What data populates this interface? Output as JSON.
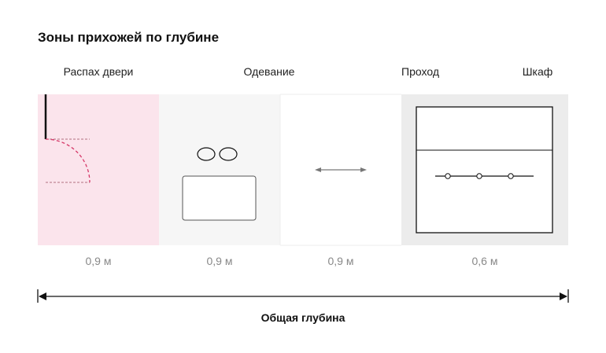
{
  "title": "Зоны прихожей по глубине",
  "zones": [
    {
      "label": "Распах двери",
      "depth": "0,9 м",
      "color": "#fbe4ec"
    },
    {
      "label": "Одевание",
      "depth": "0,9 м",
      "color": "#f6f6f6"
    },
    {
      "label": "Проход",
      "depth": "0,9 м",
      "color": "#ffffff"
    },
    {
      "label": "Шкаф",
      "depth": "0,6 м",
      "color": "#ececec"
    }
  ],
  "total_label": "Общая глубина",
  "colors": {
    "door_arc": "#d63a6a",
    "line": "#111111",
    "arrow_gray": "#777777"
  }
}
